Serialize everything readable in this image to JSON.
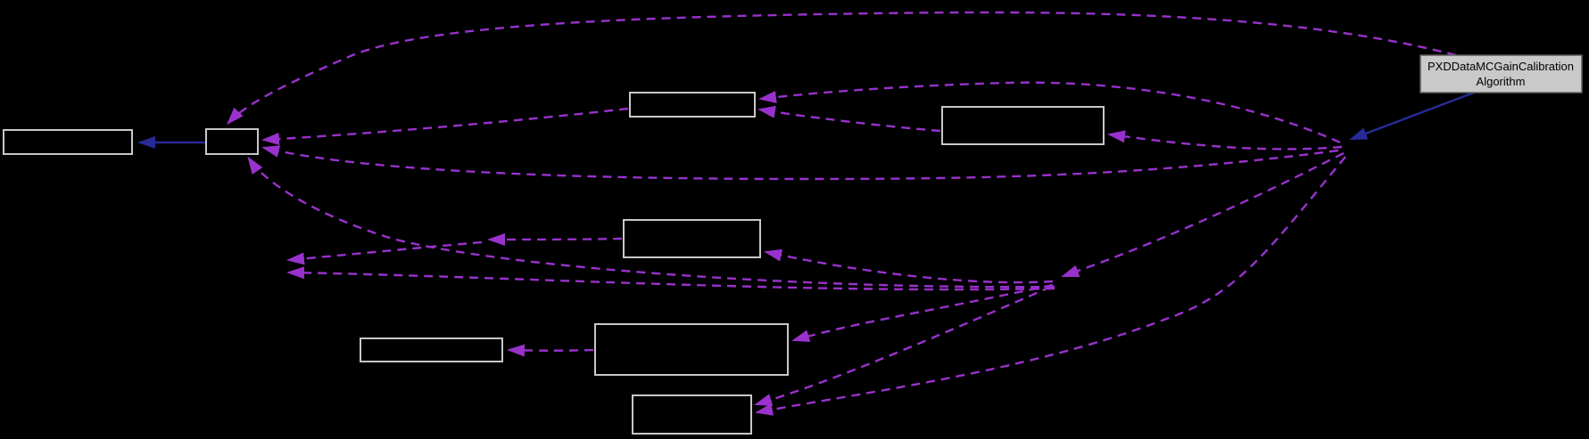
{
  "diagram": {
    "type": "collaboration-graph",
    "background_color": "#000000",
    "colors": {
      "dashed_edge": "#9932cc",
      "solid_edge": "#282a97",
      "node_border": "#c8c8c8",
      "node_fill": "#000000",
      "label_node_fill": "#c9c9c9",
      "label_node_border": "#5f5f5f",
      "label_text_color": "#000000"
    },
    "label_node": {
      "line1": "PXDDataMCGainCalibration",
      "line2": "Algorithm"
    },
    "nodes": [
      {
        "id": "node-1",
        "label": ""
      },
      {
        "id": "node-2",
        "label": ""
      },
      {
        "id": "node-3",
        "label": ""
      },
      {
        "id": "node-4",
        "label": ""
      },
      {
        "id": "node-5",
        "label": ""
      },
      {
        "id": "node-6",
        "label": ""
      },
      {
        "id": "node-7",
        "label": ""
      },
      {
        "id": "node-8",
        "label": ""
      },
      {
        "id": "node-main",
        "label": "PXDDataMCGainCalibration Algorithm"
      }
    ],
    "edges": [
      {
        "from": "node-main",
        "to": "node-2",
        "style": "dashed"
      },
      {
        "from": "node-main",
        "to": "hidden-junction-right",
        "style": "solid"
      },
      {
        "from": "node-2",
        "to": "node-1",
        "style": "solid"
      },
      {
        "from": "hidden-junction-right",
        "to": "node-3",
        "style": "dashed"
      },
      {
        "from": "hidden-junction-right",
        "to": "node-4",
        "style": "dashed"
      },
      {
        "from": "hidden-junction-right",
        "to": "node-2",
        "style": "dashed"
      },
      {
        "from": "hidden-junction-right",
        "to": "hidden-junction-mid",
        "style": "dashed"
      },
      {
        "from": "hidden-junction-right",
        "to": "node-8",
        "style": "dashed"
      },
      {
        "from": "hidden-junction-mid",
        "to": "node-5",
        "style": "dashed"
      },
      {
        "from": "hidden-junction-mid",
        "to": "node-7",
        "style": "dashed"
      },
      {
        "from": "hidden-junction-mid",
        "to": "node-8",
        "style": "dashed"
      },
      {
        "from": "hidden-junction-mid",
        "to": "node-2",
        "style": "dashed"
      },
      {
        "from": "hidden-junction-mid",
        "to": "hidden-node-left",
        "style": "dashed"
      },
      {
        "from": "node-4",
        "to": "node-3",
        "style": "dashed"
      },
      {
        "from": "node-3",
        "to": "node-2",
        "style": "dashed"
      },
      {
        "from": "node-5",
        "to": "hidden-node-midleft",
        "style": "dashed"
      },
      {
        "from": "hidden-node-midleft",
        "to": "hidden-node-left",
        "style": "dashed"
      },
      {
        "from": "node-7",
        "to": "node-6",
        "style": "dashed"
      }
    ]
  }
}
